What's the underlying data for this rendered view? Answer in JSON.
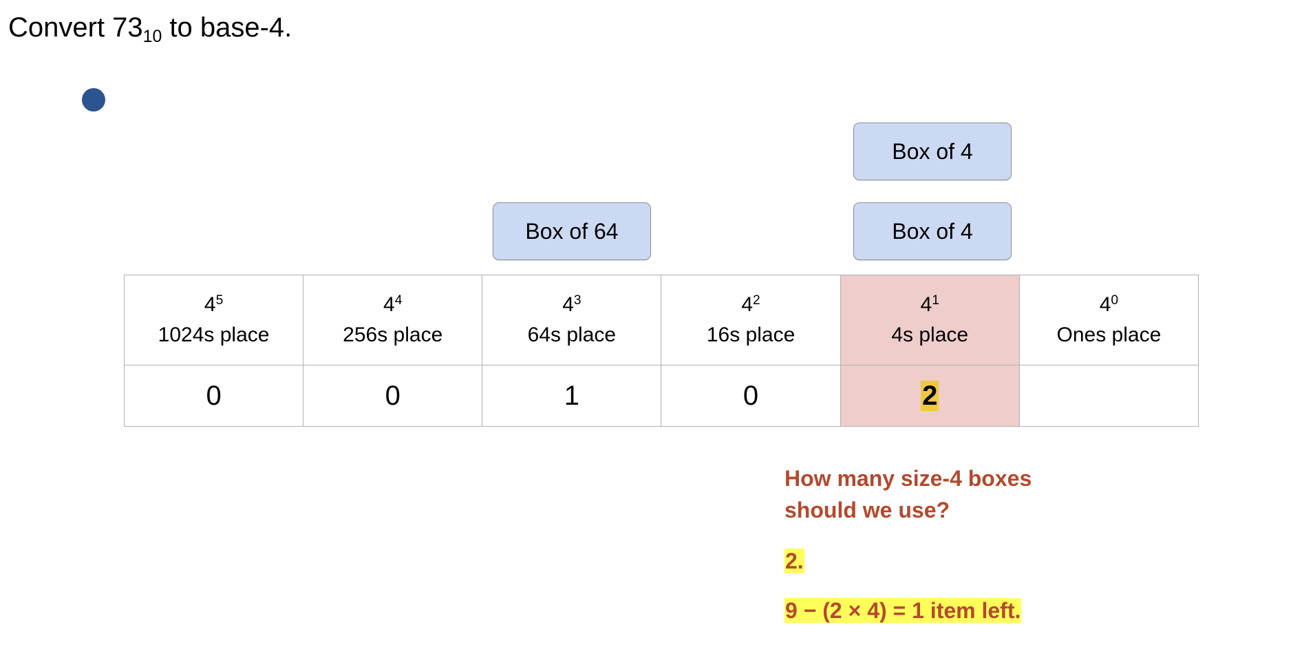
{
  "prompt": {
    "lead": "Convert 73",
    "sub": "10",
    "tail": " to base-4."
  },
  "marker": {
    "name": "progress-dot",
    "color": "#2c5490"
  },
  "chips": [
    {
      "label": "Box of 4",
      "name": "chip-box-of-4-top"
    },
    {
      "label": "Box of 4",
      "name": "chip-box-of-4-bottom"
    },
    {
      "label": "Box of 64",
      "name": "chip-box-of-64"
    }
  ],
  "table": {
    "headers": [
      {
        "power_base": "4",
        "power_exp": "5",
        "place": "1024s place",
        "highlighted": false
      },
      {
        "power_base": "4",
        "power_exp": "4",
        "place": "256s place",
        "highlighted": false
      },
      {
        "power_base": "4",
        "power_exp": "3",
        "place": "64s place",
        "highlighted": false
      },
      {
        "power_base": "4",
        "power_exp": "2",
        "place": "16s place",
        "highlighted": false
      },
      {
        "power_base": "4",
        "power_exp": "1",
        "place": "4s place",
        "highlighted": true
      },
      {
        "power_base": "4",
        "power_exp": "0",
        "place": "Ones place",
        "highlighted": false
      }
    ],
    "values": [
      {
        "value": "0",
        "highlighted": false,
        "marked": false
      },
      {
        "value": "0",
        "highlighted": false,
        "marked": false
      },
      {
        "value": "1",
        "highlighted": false,
        "marked": false
      },
      {
        "value": "0",
        "highlighted": false,
        "marked": false
      },
      {
        "value": "2",
        "highlighted": true,
        "marked": true
      },
      {
        "value": "",
        "highlighted": false,
        "marked": false
      }
    ],
    "highlight_color": "#eecdcb",
    "mark_color": "#edc940"
  },
  "narration": {
    "question_line1": "How many size-4 boxes",
    "question_line2": "should we use?",
    "answer": "2.",
    "remainder": "9 − (2 × 4) = 1 item left.",
    "text_color": "#b4492d",
    "highlight_color": "#ffff5c"
  }
}
